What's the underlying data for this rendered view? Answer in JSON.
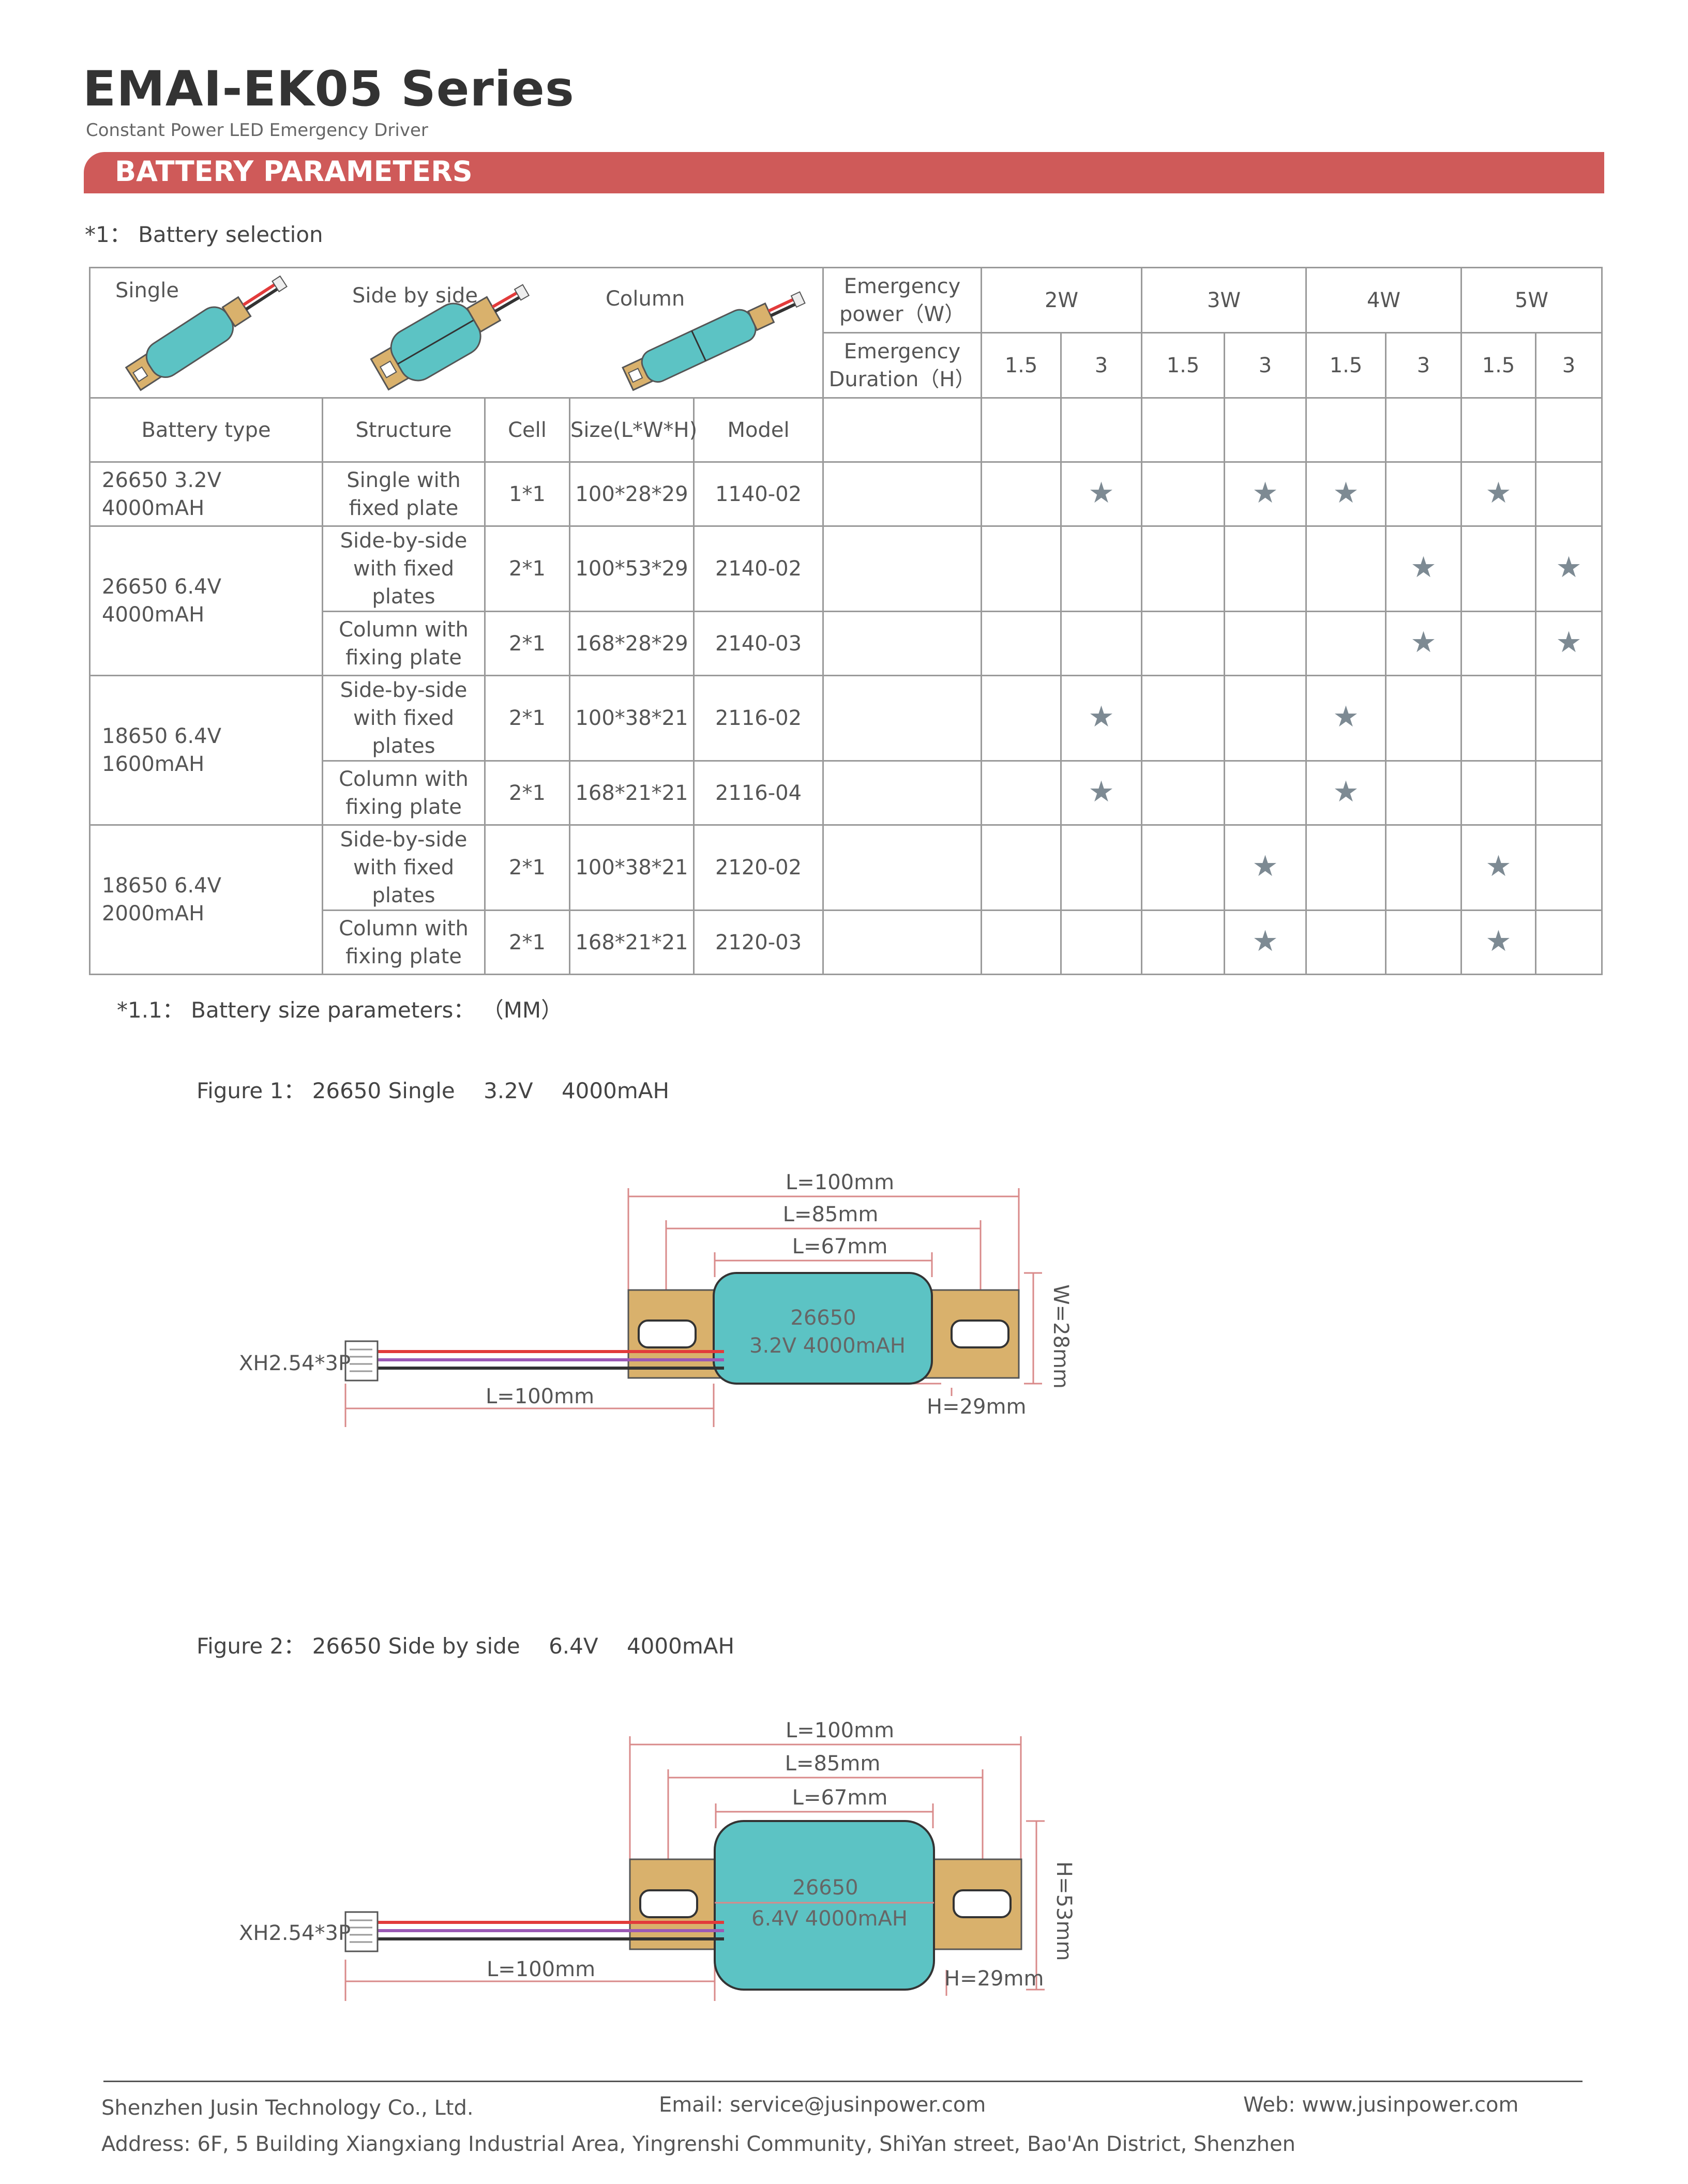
{
  "header": {
    "title": "EMAI-EK05 Series",
    "subtitle": "Constant Power LED Emergency Driver",
    "section": "BATTERY PARAMETERS"
  },
  "battery_selection": {
    "label": "*1： Battery selection",
    "pictures": [
      "Single",
      "Side by side",
      "Column"
    ],
    "emergency_power_label": "Emergency power（W）",
    "emergency_duration_label": "Emergency Duration（H）",
    "powers": [
      "2W",
      "3W",
      "4W",
      "5W"
    ],
    "durations": [
      "1.5",
      "3",
      "1.5",
      "3",
      "1.5",
      "3",
      "1.5",
      "3"
    ],
    "columns": [
      "Battery type",
      "Structure",
      "Cell",
      "Size(L*W*H)",
      "Model"
    ],
    "rows": [
      {
        "type": "26650 3.2V 4000mAH",
        "structure": "Single with fixed plate",
        "cell": "1*1",
        "size": "100*28*29",
        "model": "1140-02",
        "marks": [
          false,
          true,
          false,
          true,
          true,
          false,
          true,
          false
        ]
      },
      {
        "type": "26650 6.4V 4000mAH",
        "structure": "Side-by-side with fixed plates",
        "cell": "2*1",
        "size": "100*53*29",
        "model": "2140-02",
        "marks": [
          false,
          false,
          false,
          false,
          false,
          true,
          false,
          true
        ]
      },
      {
        "type": "26650 6.4V 4000mAH",
        "structure": "Column with fixing plate",
        "cell": "2*1",
        "size": "168*28*29",
        "model": "2140-03",
        "marks": [
          false,
          false,
          false,
          false,
          false,
          true,
          false,
          true
        ]
      },
      {
        "type": "18650 6.4V 1600mAH",
        "structure": "Side-by-side with fixed plates",
        "cell": "2*1",
        "size": "100*38*21",
        "model": "2116-02",
        "marks": [
          false,
          true,
          false,
          false,
          true,
          false,
          false,
          false
        ]
      },
      {
        "type": "18650 6.4V 1600mAH",
        "structure": "Column with fixing plate",
        "cell": "2*1",
        "size": "168*21*21",
        "model": "2116-04",
        "marks": [
          false,
          true,
          false,
          false,
          true,
          false,
          false,
          false
        ]
      },
      {
        "type": "18650 6.4V 2000mAH",
        "structure": "Side-by-side with fixed plates",
        "cell": "2*1",
        "size": "100*38*21",
        "model": "2120-02",
        "marks": [
          false,
          false,
          false,
          true,
          false,
          false,
          true,
          false
        ]
      },
      {
        "type": "18650 6.4V 2000mAH",
        "structure": "Column with fixing plate",
        "cell": "2*1",
        "size": "168*21*21",
        "model": "2120-03",
        "marks": [
          false,
          false,
          false,
          true,
          false,
          false,
          true,
          false
        ]
      }
    ],
    "star_glyph": "★",
    "star_color": "#7d8a93"
  },
  "size_params_label": "*1.1： Battery size parameters： （MM）",
  "figure1": {
    "caption": "Figure 1： 26650 Single　 3.2V　 4000mAH",
    "dims": [
      "L=100mm",
      "L=85mm",
      "L=67mm",
      "W=28mm",
      "H=29mm",
      "L=100mm"
    ],
    "connector": "XH2.54*3P",
    "cell_line1": "26650",
    "cell_line2": "3.2V 4000mAH"
  },
  "figure2": {
    "caption": "Figure 2： 26650 Side by side　 6.4V　 4000mAH",
    "dims": [
      "L=100mm",
      "L=85mm",
      "L=67mm",
      "H=53mm",
      "H=29mm",
      "L=100mm"
    ],
    "connector": "XH2.54*3P",
    "cell_line1": "26650",
    "cell_line2": "6.4V 4000mAH"
  },
  "footer": {
    "company": "Shenzhen Jusin Technology Co., Ltd.",
    "email": "Email: service@jusinpower.com",
    "web": "Web: www.jusinpower.com",
    "address": "Address: 6F, 5 Building Xiangxiang Industrial Area, Yingrenshi Community, ShiYan street, Bao'An District, Shenzhen"
  },
  "colors": {
    "banner": "#cf5a59",
    "cell": "#5cc3c4",
    "plate": "#d9b16c",
    "wire_red": "#e23b3b",
    "wire_purple": "#9b59b6",
    "dim_line": "#d98a8a"
  }
}
